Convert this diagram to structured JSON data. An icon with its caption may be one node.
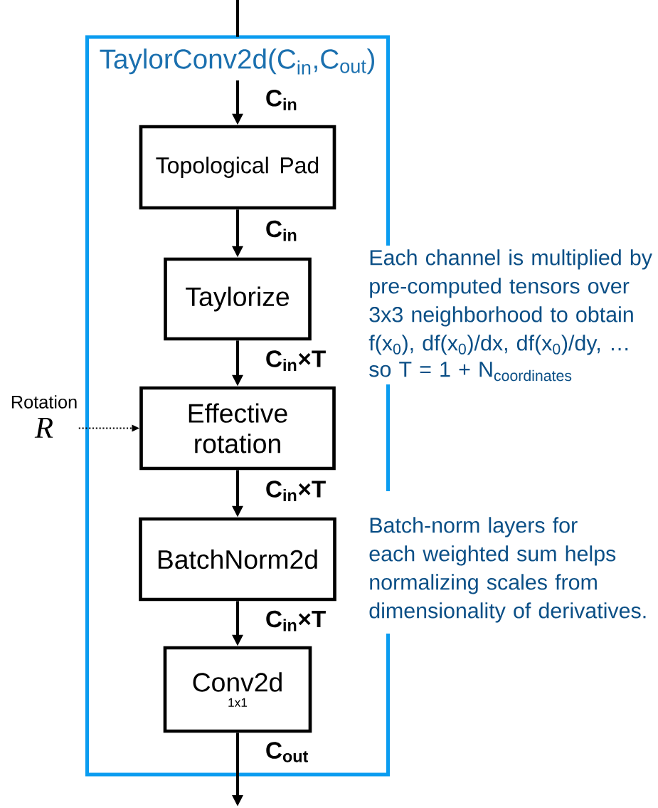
{
  "diagram": {
    "nodes": [
      {
        "text": [
          "TaylorConv2d(C$_{in}$,C$_{out}$)"
        ]
      },
      {
        "text": [
          "Topological Pad"
        ],
        "in": 0
      },
      {
        "text": [
          "Taylorize"
        ],
        "in": 0
      },
      {
        "text": [
          "Effective rotation"
        ],
        "in": 0
      },
      {
        "text": [
          "BatchNorm2d"
        ],
        "in": 0
      },
      {
        "text": [
          "Conv2d",
          "1x1"
        ],
        "in": 0
      },
      {
        "text": [
          "Rotation",
          "R"
        ]
      }
    ],
    "edges": [
      {
        "from": null,
        "to": 0,
        "arrow": "none"
      },
      {
        "from": null,
        "to": 1,
        "arrow": "to",
        "label": "C$_{in}$"
      },
      {
        "from": 1,
        "to": 2,
        "arrow": "to",
        "label": "C$_{in}$"
      },
      {
        "from": 2,
        "to": 3,
        "arrow": "to",
        "label": "C$_{in}$×T"
      },
      {
        "from": 6,
        "to": 3,
        "arrow": "to",
        "style": "dashed"
      },
      {
        "from": 3,
        "to": 4,
        "arrow": "to",
        "label": "C$_{in}$×T"
      },
      {
        "from": 4,
        "to": 5,
        "arrow": "to",
        "label": "C$_{in}$×T"
      },
      {
        "from": 5,
        "to": null,
        "arrow": "to",
        "label": "C$_{out}$"
      }
    ],
    "labels": [
      "Each channel is multiplied by pre-computed tensors over 3x3 neighborhood to obtain f(x$_{0}$), df(x$_{0}$)/dx, df(x$_{0}$)/dy, …",
      "\\text{so T = 1 + N}_{\\text{coordinates}}",
      "Batch-norm layers for each weighted sum helps normalizing scales from dimensionality of derivatives."
    ]
  }
}
